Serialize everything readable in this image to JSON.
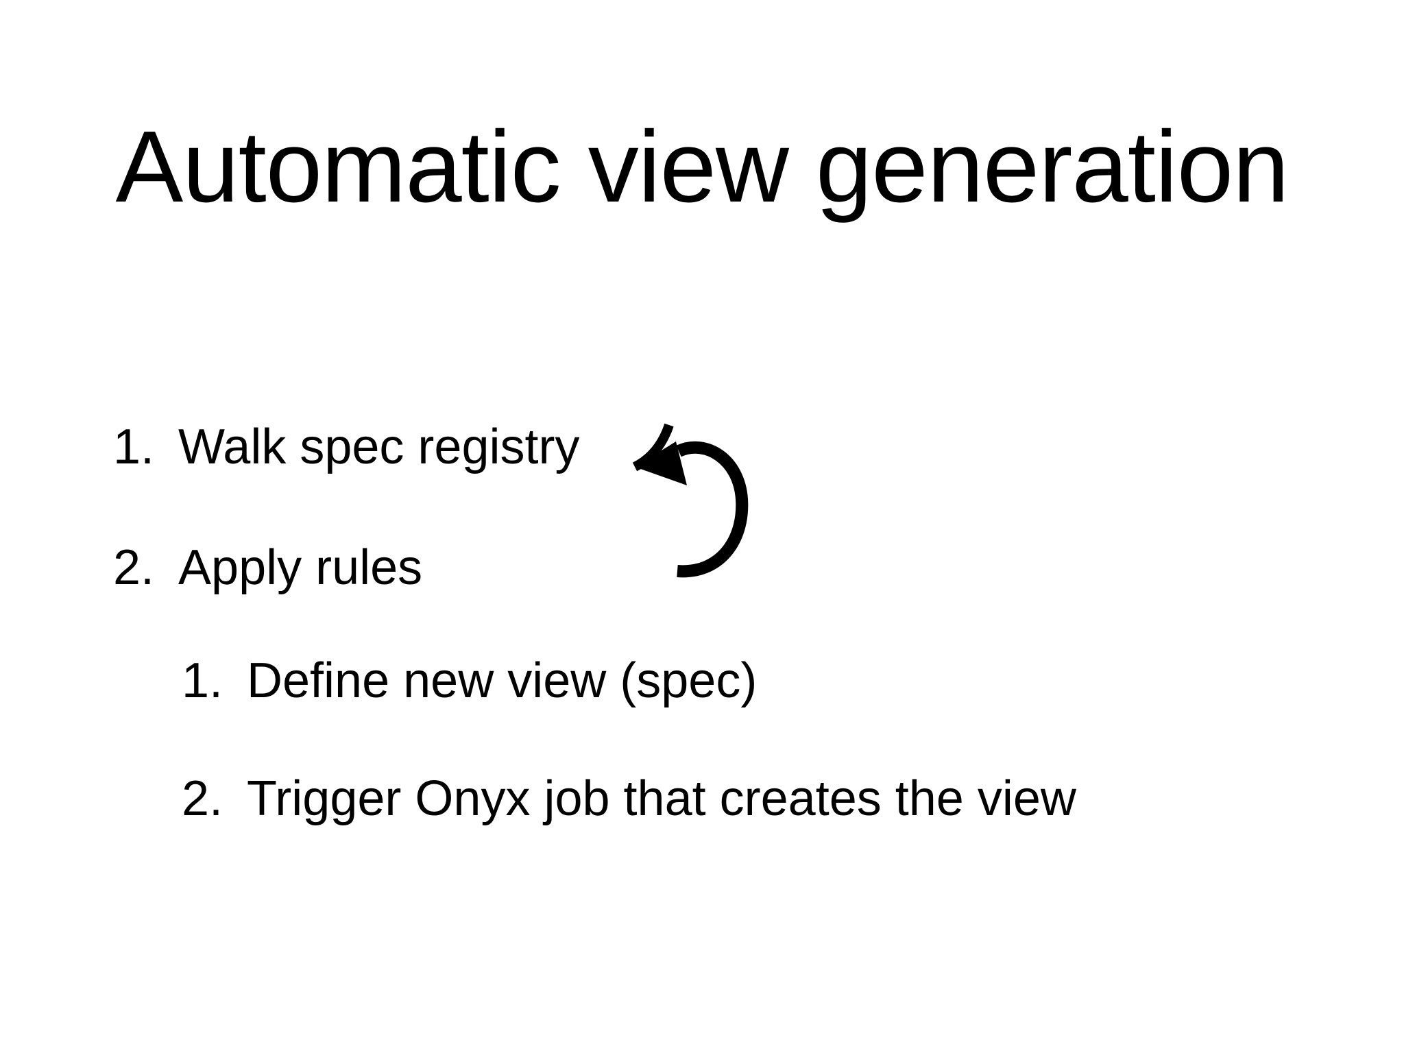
{
  "slide": {
    "title": "Automatic view generation",
    "list": {
      "items": [
        {
          "number": "1.",
          "label": "Walk spec registry"
        },
        {
          "number": "2.",
          "label": "Apply rules"
        }
      ],
      "subitems": [
        {
          "number": "1.",
          "label": "Define new view (spec)"
        },
        {
          "number": "2.",
          "label": "Trigger Onyx job that creates the view"
        }
      ]
    },
    "icons": {
      "loop_arrow": "counterclockwise-loop-arrow"
    },
    "colors": {
      "background": "#ffffff",
      "text": "#000000"
    }
  }
}
